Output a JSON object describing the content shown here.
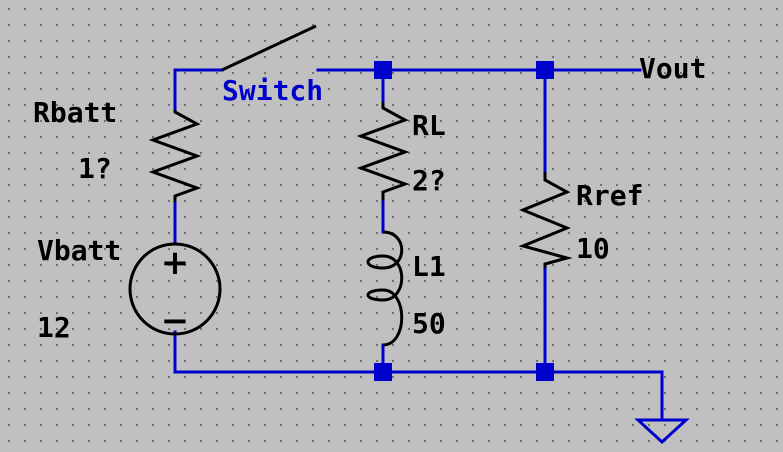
{
  "colors": {
    "background": "#c0c0c0",
    "grid_dot": "#707070",
    "wire": "#0000cc",
    "component": "#000000",
    "switch_label": "#0000cc"
  },
  "components": {
    "rbatt": {
      "name": "Rbatt",
      "value": "1?"
    },
    "vbatt": {
      "name": "Vbatt",
      "value": "12",
      "plus": "+",
      "minus": "−"
    },
    "switch": {
      "name": "Switch"
    },
    "rl": {
      "name": "RL",
      "value": "2?"
    },
    "l1": {
      "name": "L1",
      "value": "50"
    },
    "rref": {
      "name": "Rref",
      "value": "10"
    }
  },
  "nets": {
    "output": "Vout"
  }
}
